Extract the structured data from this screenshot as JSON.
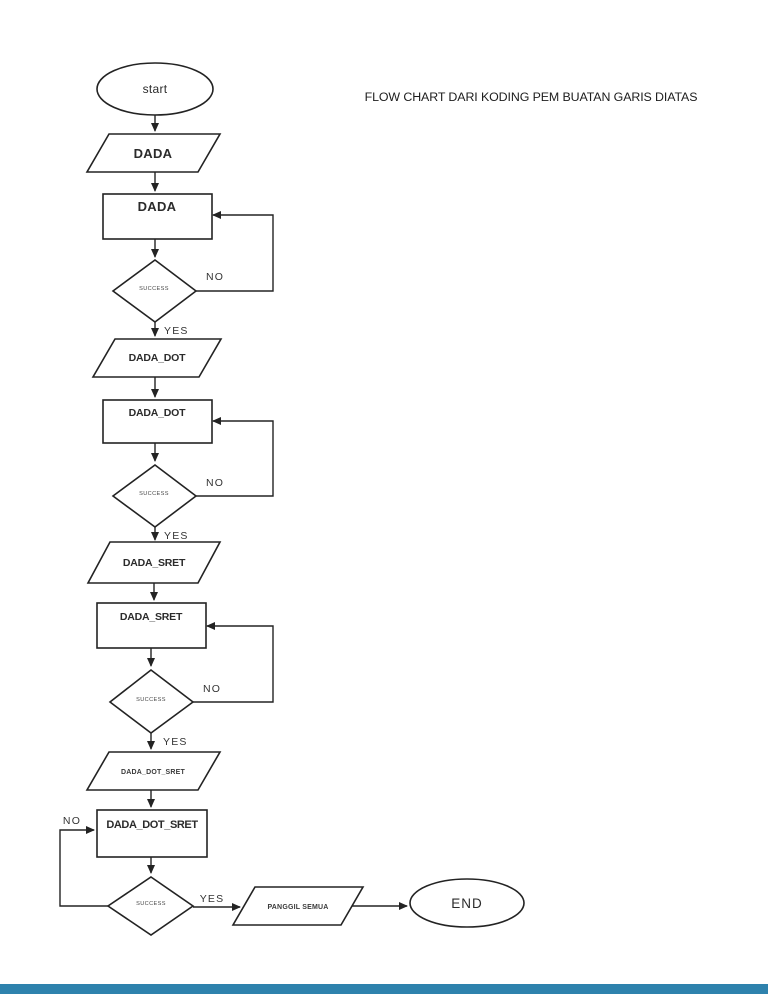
{
  "page": {
    "title": "FLOW CHART DARI KODING PEM BUATAN GARIS DIATAS",
    "background_color": "#ffffff",
    "line_color": "#232323",
    "bottom_bar_color": "#2e82ad"
  },
  "labels": {
    "yes": "YES",
    "no": "NO"
  },
  "nodes": {
    "start": "start",
    "io_dada": "DADA",
    "proc_dada": "DADA",
    "dec1": "SUCCESS",
    "io_dada_dot": "DADA_DOT",
    "proc_dada_dot": "DADA_DOT",
    "dec2": "SUCCESS",
    "io_dada_sret": "DADA_SRET",
    "proc_dada_sret": "DADA_SRET",
    "dec3": "SUCCESS",
    "io_dada_dot_sret": "DADA_DOT_SRET",
    "proc_dada_dot_sret": "DADA_DOT_SRET",
    "dec4": "SUCCESS",
    "io_panggil": "PANGGIL SEMUA",
    "end": "END"
  }
}
